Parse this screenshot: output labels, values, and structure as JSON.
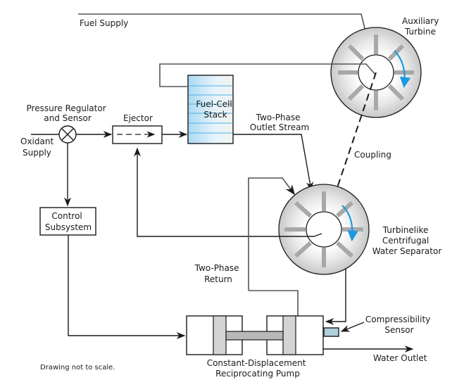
{
  "diagram": {
    "labels": {
      "fuel_supply": "Fuel Supply",
      "auxiliary_turbine": [
        "Auxiliary",
        "Turbine"
      ],
      "fuel_cell_stack": [
        "Fuel-Cell",
        "Stack"
      ],
      "pressure_regulator": [
        "Pressure Regulator",
        "and Sensor"
      ],
      "ejector": "Ejector",
      "oxidant_supply": [
        "Oxidant",
        "Supply"
      ],
      "two_phase_outlet": [
        "Two-Phase",
        "Outlet Stream"
      ],
      "coupling": "Coupling",
      "control_subsystem": [
        "Control",
        "Subsystem"
      ],
      "water_separator": [
        "Turbinelike",
        "Centrifugal",
        "Water Separator"
      ],
      "two_phase_return": [
        "Two-Phase",
        "Return"
      ],
      "compressibility_sensor": [
        "Compressibility",
        "Sensor"
      ],
      "pump": [
        "Constant-Displacement",
        "Reciprocating Pump"
      ],
      "water_outlet": "Water Outlet",
      "note": "Drawing not to scale."
    },
    "colors": {
      "rotation_arrow": "#1a9ae0",
      "stack_fill": "#bfe3f5",
      "stack_line": "#4db3e6",
      "sensor_fill": "#b0cfdc",
      "piston_fill": "#d4d4d4",
      "rod_fill": "#b8b8b8"
    }
  }
}
